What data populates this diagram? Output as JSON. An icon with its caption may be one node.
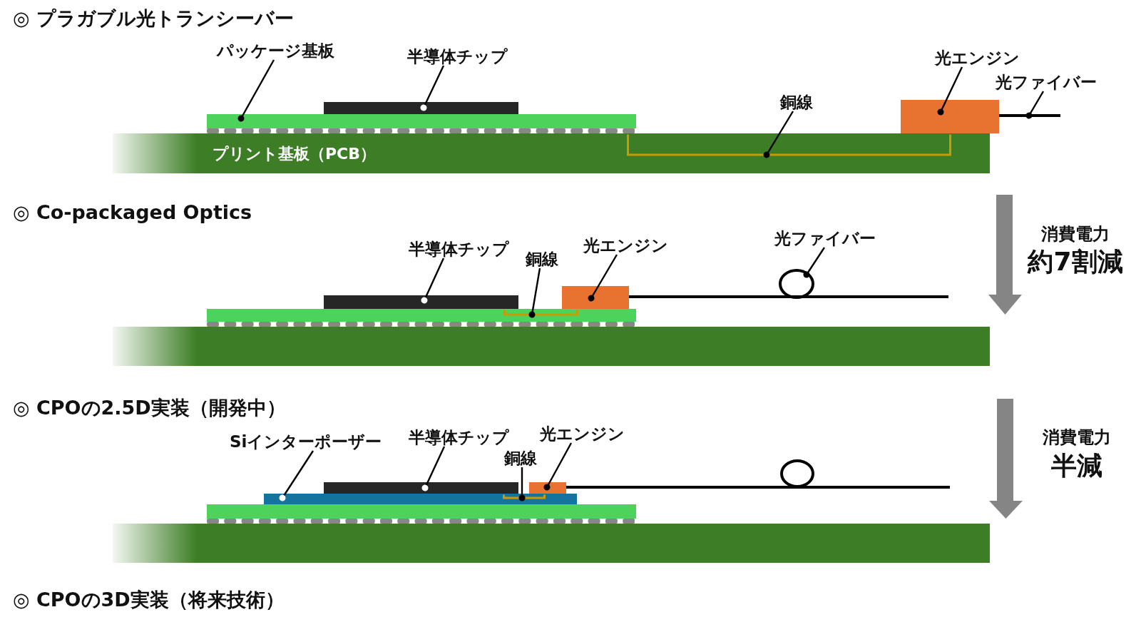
{
  "diagram": {
    "nodes": [
      {
        "text": [
          "パッケージ基板"
        ]
      },
      {
        "text": [
          "半導体チップ"
        ]
      },
      {
        "text": [
          "光エンジン"
        ]
      },
      {
        "text": [
          "光ファイバー"
        ]
      },
      {
        "text": [
          "銅線"
        ]
      },
      {
        "text": [],
        "shape": "bar"
      },
      {
        "text": [],
        "shape": "box"
      },
      {
        "text": [],
        "shape": "line"
      },
      {
        "text": [],
        "shape": "bar"
      },
      {
        "text": [
          "プリント基板（PCB）"
        ]
      },
      {
        "text": [],
        "shape": "line",
        "in": 9
      },
      {
        "text": [
          "半導体チップ"
        ]
      },
      {
        "text": [
          "銅線"
        ]
      },
      {
        "text": [
          "光エンジン"
        ]
      },
      {
        "text": [
          "光ファイバー"
        ]
      },
      {
        "text": [],
        "shape": "bar"
      },
      {
        "text": [],
        "shape": "box"
      },
      {
        "text": [],
        "shape": "line"
      },
      {
        "text": [],
        "shape": "bar"
      },
      {
        "text": [],
        "shape": "line",
        "in": 18
      },
      {
        "text": [],
        "shape": "bar"
      },
      {
        "text": [
          "Siインターポーザー"
        ]
      },
      {
        "text": [
          "半導体チップ"
        ]
      },
      {
        "text": [
          "光エンジン"
        ]
      },
      {
        "text": [
          "銅線"
        ]
      },
      {
        "text": [],
        "shape": "bar"
      },
      {
        "text": [],
        "shape": "box"
      },
      {
        "text": [],
        "shape": "line"
      },
      {
        "text": [],
        "shape": "bar"
      },
      {
        "text": [],
        "shape": "line",
        "in": 28
      },
      {
        "text": [],
        "shape": "bar"
      },
      {
        "text": [],
        "shape": "bar"
      }
    ],
    "edges": [
      {
        "from": 0,
        "to": 8,
        "arrow": "other"
      },
      {
        "from": 1,
        "to": 5,
        "arrow": "other"
      },
      {
        "from": 2,
        "to": 6,
        "arrow": "other"
      },
      {
        "from": 3,
        "to": 7,
        "arrow": "other"
      },
      {
        "from": 4,
        "to": 10,
        "arrow": "other"
      },
      {
        "from": 11,
        "to": 15,
        "arrow": "other"
      },
      {
        "from": 12,
        "to": 19,
        "arrow": "other"
      },
      {
        "from": 13,
        "to": 16,
        "arrow": "other"
      },
      {
        "from": 14,
        "to": 17,
        "arrow": "other"
      },
      {
        "from": 21,
        "to": 28,
        "arrow": "other"
      },
      {
        "from": 22,
        "to": 25,
        "arrow": "other"
      },
      {
        "from": 23,
        "to": 26,
        "arrow": "other"
      },
      {
        "from": 24,
        "to": 29,
        "arrow": "other"
      }
    ],
    "labels": [
      "◎ プラガブル光トランシーバー",
      "◎ Co-packaged Optics",
      "消費電力",
      "約7割減",
      "◎ CPOの2.5D実装（開発中）",
      "消費電力",
      "半減",
      "◎ CPOの3D実装（将来技術）"
    ]
  }
}
